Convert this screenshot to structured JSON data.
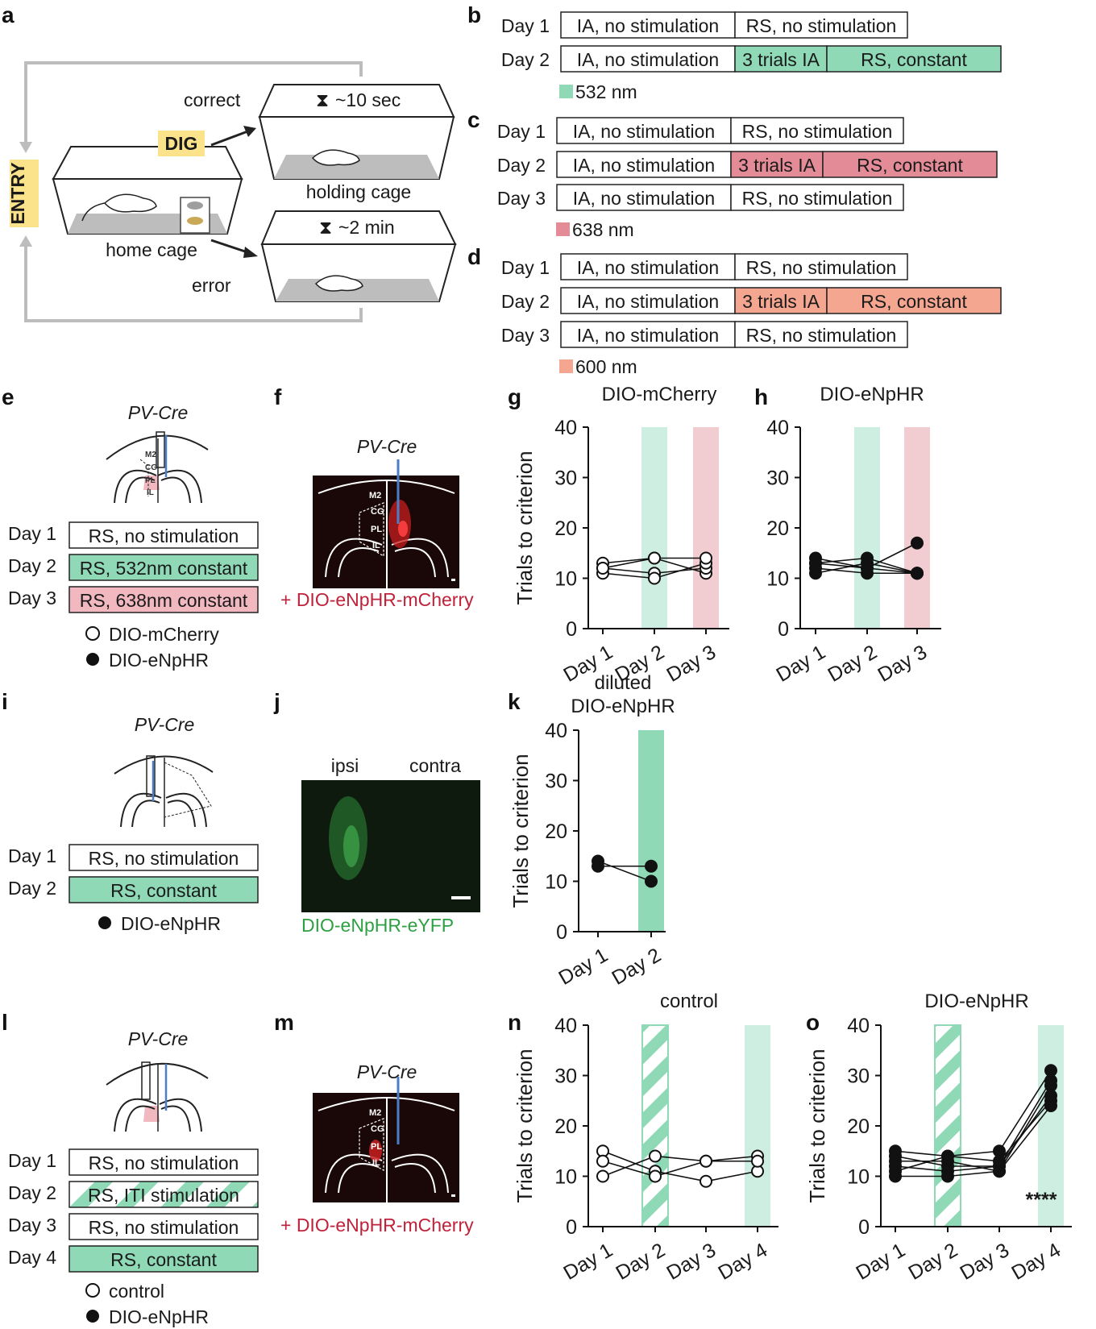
{
  "colors": {
    "green": "#8fd9b6",
    "green_light": "#cdeee0",
    "red": "#e38b96",
    "red_light": "#f1cdd2",
    "orange": "#f5a690",
    "entry_yellow": "#fbe38c"
  },
  "panel_letters": {
    "a": "a",
    "b": "b",
    "c": "c",
    "d": "d",
    "e": "e",
    "f": "f",
    "g": "g",
    "h": "h",
    "i": "i",
    "j": "j",
    "k": "k",
    "l": "l",
    "m": "m",
    "n": "n",
    "o": "o"
  },
  "panel_a": {
    "entry": "ENTRY",
    "dig": "DIG",
    "correct": "correct",
    "error": "error",
    "home_cage": "home cage",
    "holding_cage": "holding cage",
    "timer_correct": "~10 sec",
    "timer_error": "~2 min"
  },
  "panel_b": {
    "rows": [
      {
        "day": "Day 1",
        "seg1": "IA, no stimulation",
        "seg2": "RS, no stimulation"
      },
      {
        "day": "Day 2",
        "seg1": "IA, no stimulation",
        "seg2": "3 trials IA",
        "seg3": "RS, constant"
      }
    ],
    "legend": "532 nm"
  },
  "panel_c": {
    "rows": [
      {
        "day": "Day 1",
        "seg1": "IA, no stimulation",
        "seg2": "RS, no stimulation"
      },
      {
        "day": "Day 2",
        "seg1": "IA, no stimulation",
        "seg2": "3 trials IA",
        "seg3": "RS, constant"
      },
      {
        "day": "Day 3",
        "seg1": "IA, no stimulation",
        "seg2": "RS, no stimulation"
      }
    ],
    "legend": "638 nm"
  },
  "panel_d": {
    "rows": [
      {
        "day": "Day 1",
        "seg1": "IA, no stimulation",
        "seg2": "RS, no stimulation"
      },
      {
        "day": "Day 2",
        "seg1": "IA, no stimulation",
        "seg2": "3 trials IA",
        "seg3": "RS, constant"
      },
      {
        "day": "Day 3",
        "seg1": "IA, no stimulation",
        "seg2": "RS, no stimulation"
      }
    ],
    "legend": "600 nm"
  },
  "panel_e": {
    "title": "PV-Cre",
    "rows": [
      {
        "day": "Day 1",
        "text": "RS, no stimulation"
      },
      {
        "day": "Day 2",
        "text": "RS, 532nm constant"
      },
      {
        "day": "Day 3",
        "text": "RS, 638nm constant"
      }
    ],
    "legend_open": "DIO-mCherry",
    "legend_filled": "DIO-eNpHR",
    "regions": [
      "M2",
      "CG",
      "PL",
      "IL"
    ]
  },
  "panel_f": {
    "title": "PV-Cre",
    "caption": "+ DIO-eNpHR-mCherry",
    "regions": [
      "M2",
      "CG",
      "PL",
      "IL"
    ]
  },
  "panel_i": {
    "title": "PV-Cre",
    "rows": [
      {
        "day": "Day 1",
        "text": "RS, no stimulation"
      },
      {
        "day": "Day 2",
        "text": "RS, constant"
      }
    ],
    "legend_filled": "DIO-eNpHR"
  },
  "panel_j": {
    "left": "ipsi",
    "right": "contra",
    "caption": "DIO-eNpHR-eYFP"
  },
  "panel_l": {
    "title": "PV-Cre",
    "rows": [
      {
        "day": "Day 1",
        "text": "RS, no stimulation"
      },
      {
        "day": "Day 2",
        "text": "RS, ITI stimulation"
      },
      {
        "day": "Day 3",
        "text": "RS, no stimulation"
      },
      {
        "day": "Day 4",
        "text": "RS, constant"
      }
    ],
    "legend_open": "control",
    "legend_filled": "DIO-eNpHR"
  },
  "panel_m": {
    "title": "PV-Cre",
    "caption": "+ DIO-eNpHR-mCherry",
    "regions": [
      "M2",
      "CG",
      "PL",
      "IL"
    ]
  },
  "chart_data": [
    {
      "panel": "g",
      "type": "line",
      "title": "DIO-mCherry",
      "ylabel": "Trials to criterion",
      "xlabel": "",
      "categories": [
        "Day 1",
        "Day 2",
        "Day 3"
      ],
      "ylim": [
        0,
        40
      ],
      "yticks": [
        0,
        10,
        20,
        30,
        40
      ],
      "marker": "open",
      "shaded": [
        {
          "category": "Day 2",
          "color": "#cdeee0"
        },
        {
          "category": "Day 3",
          "color": "#f1cdd2"
        }
      ],
      "series": [
        {
          "values": [
            13,
            14,
            11
          ]
        },
        {
          "values": [
            12,
            11,
            12
          ]
        },
        {
          "values": [
            11,
            10,
            13
          ]
        },
        {
          "values": [
            12,
            14,
            14
          ]
        }
      ]
    },
    {
      "panel": "h",
      "type": "line",
      "title": "DIO-eNpHR",
      "ylabel": "",
      "xlabel": "",
      "categories": [
        "Day 1",
        "Day 2",
        "Day 3"
      ],
      "ylim": [
        0,
        40
      ],
      "yticks": [
        0,
        10,
        20,
        30,
        40
      ],
      "marker": "filled",
      "shaded": [
        {
          "category": "Day 2",
          "color": "#cdeee0"
        },
        {
          "category": "Day 3",
          "color": "#f1cdd2"
        }
      ],
      "series": [
        {
          "values": [
            14,
            12,
            17
          ]
        },
        {
          "values": [
            13,
            14,
            11
          ]
        },
        {
          "values": [
            12,
            11,
            11
          ]
        },
        {
          "values": [
            11,
            13,
            11
          ]
        },
        {
          "values": [
            13,
            12,
            11
          ]
        }
      ]
    },
    {
      "panel": "k",
      "type": "line",
      "title": "diluted DIO-eNpHR",
      "ylabel": "Trials to criterion",
      "xlabel": "",
      "categories": [
        "Day 1",
        "Day 2"
      ],
      "ylim": [
        0,
        40
      ],
      "yticks": [
        0,
        10,
        20,
        30,
        40
      ],
      "marker": "filled",
      "shaded": [
        {
          "category": "Day 2",
          "color": "#8fd9b6"
        }
      ],
      "series": [
        {
          "values": [
            14,
            10
          ]
        },
        {
          "values": [
            13,
            13
          ]
        }
      ]
    },
    {
      "panel": "n",
      "type": "line",
      "title": "control",
      "ylabel": "Trials to criterion",
      "xlabel": "",
      "categories": [
        "Day 1",
        "Day 2",
        "Day 3",
        "Day 4"
      ],
      "ylim": [
        0,
        40
      ],
      "yticks": [
        0,
        10,
        20,
        30,
        40
      ],
      "marker": "open",
      "shaded": [
        {
          "category": "Day 2",
          "color": "#8fd9b6",
          "hatched": true
        },
        {
          "category": "Day 4",
          "color": "#cdeee0"
        }
      ],
      "series": [
        {
          "values": [
            15,
            11,
            9,
            11
          ]
        },
        {
          "values": [
            13,
            10,
            13,
            14
          ]
        },
        {
          "values": [
            10,
            14,
            13,
            13
          ]
        }
      ]
    },
    {
      "panel": "o",
      "type": "line",
      "title": "DIO-eNpHR",
      "ylabel": "Trials to criterion",
      "xlabel": "",
      "categories": [
        "Day 1",
        "Day 2",
        "Day 3",
        "Day 4"
      ],
      "ylim": [
        0,
        40
      ],
      "yticks": [
        0,
        10,
        20,
        30,
        40
      ],
      "marker": "filled",
      "annotation": "****",
      "shaded": [
        {
          "category": "Day 2",
          "color": "#8fd9b6",
          "hatched": true
        },
        {
          "category": "Day 4",
          "color": "#cdeee0"
        }
      ],
      "series": [
        {
          "values": [
            15,
            14,
            15,
            31
          ]
        },
        {
          "values": [
            14,
            12,
            12,
            29
          ]
        },
        {
          "values": [
            13,
            13,
            11,
            28
          ]
        },
        {
          "values": [
            12,
            11,
            12,
            26
          ]
        },
        {
          "values": [
            11,
            14,
            13,
            25
          ]
        },
        {
          "values": [
            10,
            10,
            11,
            24
          ]
        }
      ]
    }
  ]
}
